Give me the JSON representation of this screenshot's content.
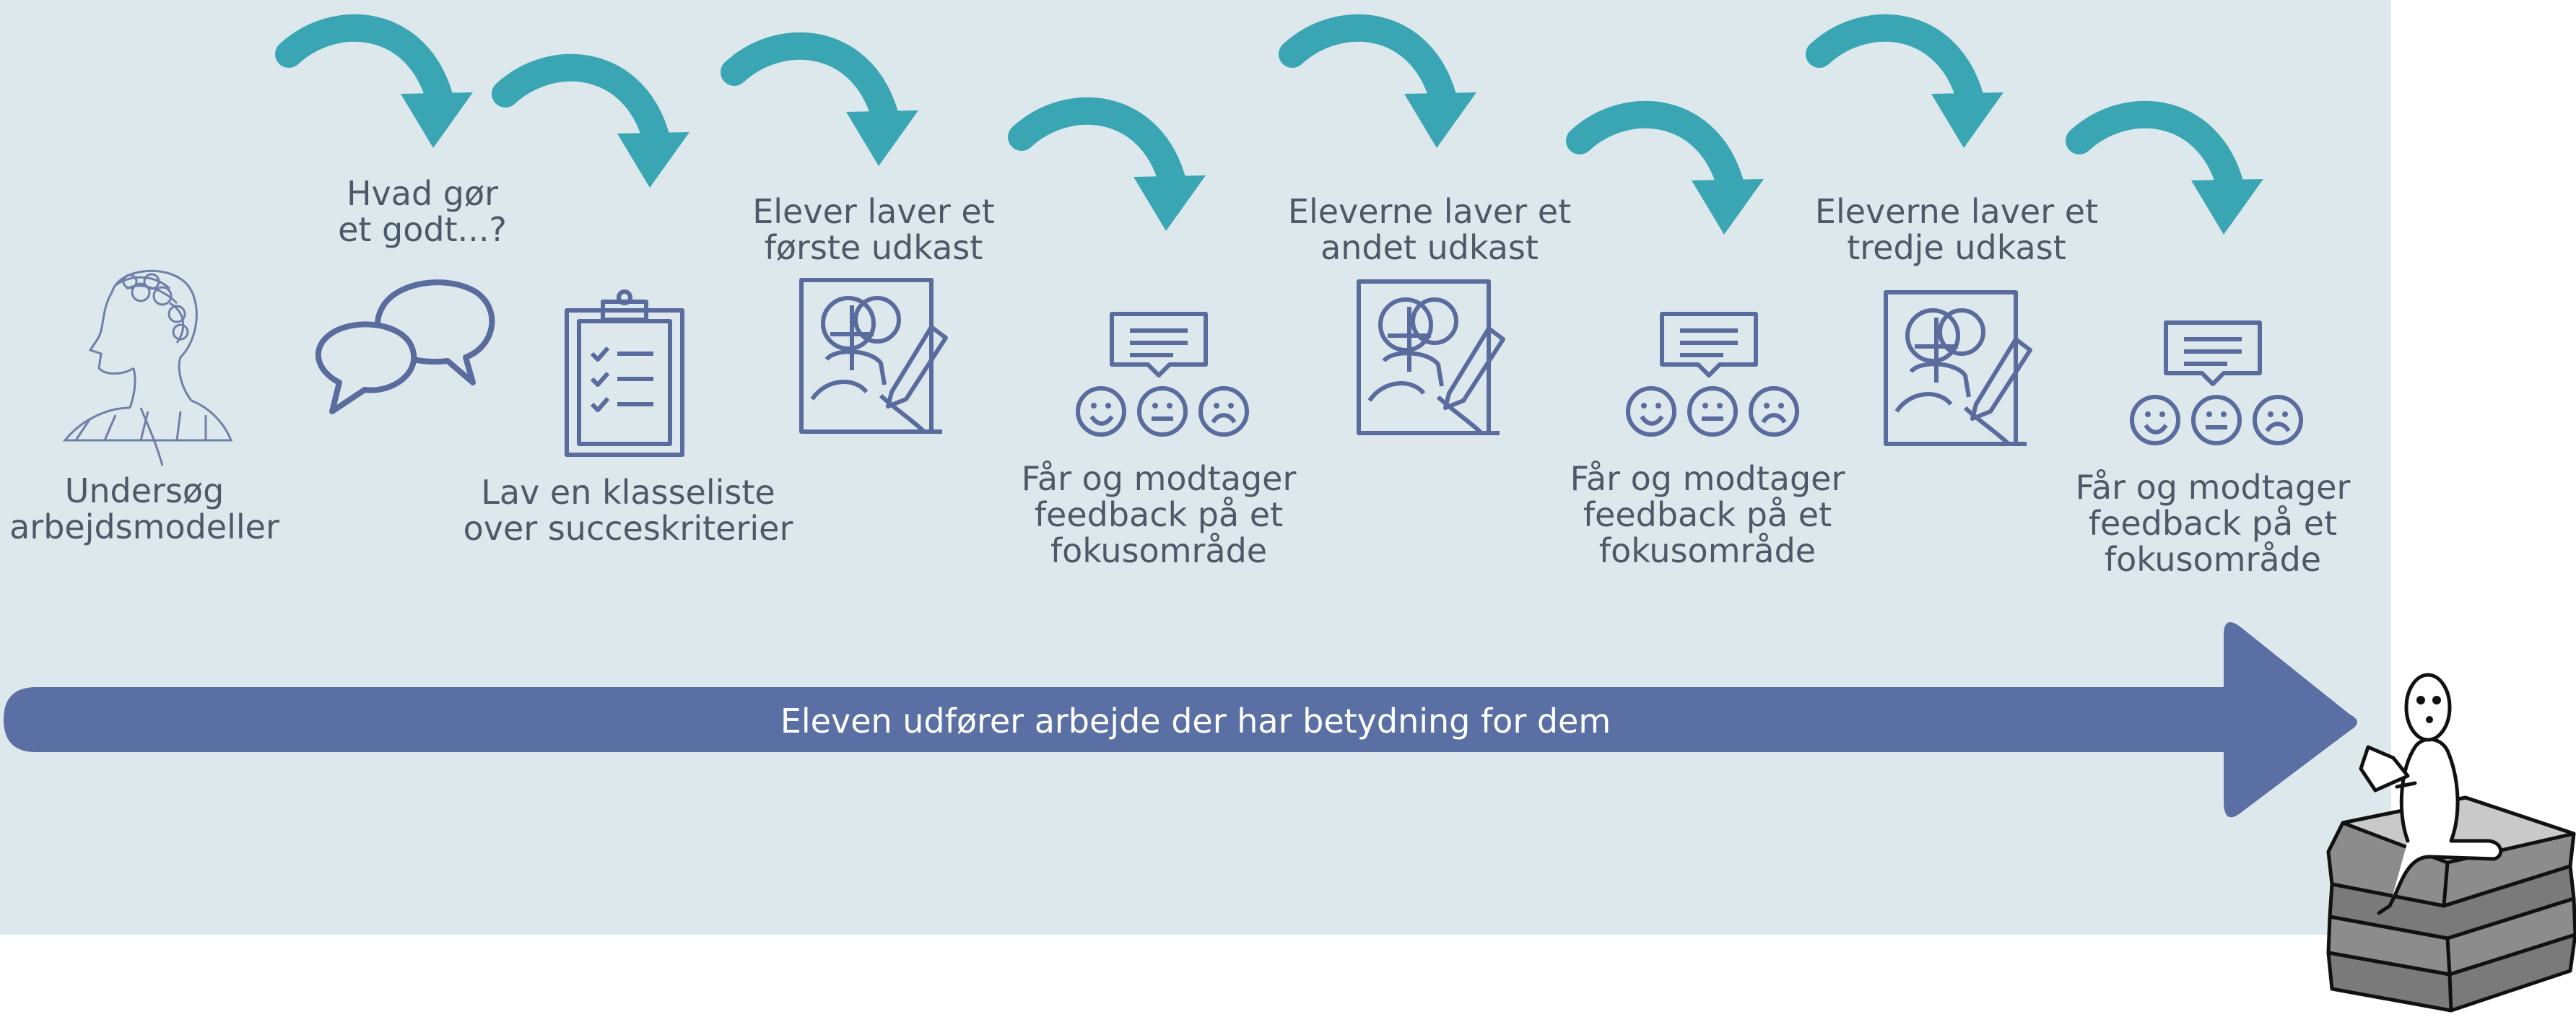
{
  "steps": [
    {
      "label": "Undersøg\narbejdsmodeller"
    },
    {
      "label": "Hvad gør\net godt...?"
    },
    {
      "label": "Lav en klasseliste\nover succeskriterier"
    },
    {
      "label": "Elever laver et\nførste udkast"
    },
    {
      "label": "Får og modtager\nfeedback på et\nfokusområde"
    },
    {
      "label": "Eleverne laver et\nandet udkast"
    },
    {
      "label": "Får og modtager\nfeedback på et\nfokusområde"
    },
    {
      "label": "Eleverne laver et\ntredje udkast"
    },
    {
      "label": "Får og modtager\nfeedback på et\nfokusområde"
    }
  ],
  "timeline": {
    "label": "Eleven udfører arbejde der har betydning for dem"
  },
  "colors": {
    "background": "#dde8ed",
    "teal_arrow": "#3aa6b4",
    "timeline": "#5a6fa3",
    "icon": "#5a6b9e",
    "text": "#4e5968"
  }
}
